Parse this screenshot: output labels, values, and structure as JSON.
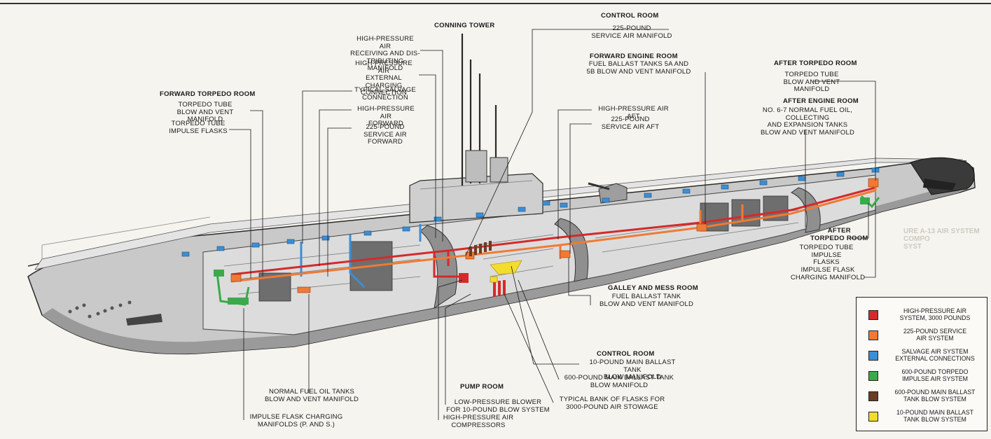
{
  "ghost_text": "URE A-13 AIR SYSTEM COMPO\nSYST",
  "headings": {
    "conning_tower": "CONNING TOWER",
    "control_room_top": "CONTROL ROOM",
    "forward_engine_room": "FORWARD ENGINE ROOM",
    "forward_torpedo_room": "FORWARD TORPEDO ROOM",
    "after_torpedo_room_top": "AFTER TORPEDO ROOM",
    "after_engine_room": "AFTER ENGINE ROOM",
    "after_torpedo_room_mid": "AFTER\nTORPEDO ROOM",
    "galley_mess_room": "GALLEY AND MESS ROOM",
    "control_room_bottom": "CONTROL ROOM",
    "pump_room": "PUMP ROOM"
  },
  "labels": {
    "service_air_manifold": "225-POUND\nSERVICE AIR MANIFOLD",
    "hp_receiving": "HIGH-PRESSURE AIR\nRECEIVING AND DIS-\nTRIBUTING MANIFOLD",
    "hp_external": "HIGH-PRESSURE AIR\nEXTERNAL CHARGING\nCONNECTION",
    "salvage_connection": "TYPICAL SALVAGE\nCONNECTION",
    "hp_forward": "HIGH-PRESSURE AIR\nFORWARD",
    "service_forward": "225-POUND\nSERVICE AIR\nFORWARD",
    "fuel_ballast_5a5b": "FUEL BALLAST TANKS 5A AND\n5B BLOW AND VENT MANIFOLD",
    "hp_aft": "HIGH-PRESSURE AIR AFT",
    "service_aft": "225-POUND\nSERVICE AIR AFT",
    "ftr_tube_manifold": "TORPEDO TUBE\nBLOW AND VENT MANIFOLD",
    "ftr_impulse": "TORPEDO TUBE\nIMPULSE FLASKS",
    "atr_tube_manifold": "TORPEDO TUBE\nBLOW AND VENT MANIFOLD",
    "fuel_oil_67": "NO. 6-7 NORMAL FUEL OIL, COLLECTING\nAND EXPANSION TANKS\nBLOW AND VENT MANIFOLD",
    "atr_impulse": "TORPEDO TUBE\nIMPULSE FLASKS",
    "impulse_charging_aft": "IMPULSE FLASK\nCHARGING MANIFOLD",
    "fuel_ballast_tank": "FUEL BALLAST TANK\nBLOW AND VENT MANIFOLD",
    "ten_pound": "10-POUND MAIN BALLAST TANK\nBLOW MANIFOLD",
    "six_hundred": "600-POUND MAIN BALLAST TANK\nBLOW MANIFOLD",
    "flask_bank": "TYPICAL BANK OF FLASKS FOR\n3000-POUND AIR STOWAGE",
    "lp_blower": "LOW-PRESSURE BLOWER\nFOR 10-POUND BLOW SYSTEM",
    "hp_compressors": "HIGH-PRESSURE AIR\nCOMPRESSORS",
    "normal_fuel": "NORMAL FUEL OIL TANKS\nBLOW AND VENT MANIFOLD",
    "impulse_charging_fwd": "IMPULSE FLASK CHARGING\nMANIFOLDS (P. AND S.)"
  },
  "legend": [
    {
      "label": "HIGH-PRESSURE AIR\nSYSTEM, 3000 POUNDS",
      "color": "#d42a2a"
    },
    {
      "label": "225-POUND SERVICE\nAIR SYSTEM",
      "color": "#f07a35"
    },
    {
      "label": "SALVAGE AIR SYSTEM\nEXTERNAL CONNECTIONS",
      "color": "#3a8fd6"
    },
    {
      "label": "600-POUND TORPEDO\nIMPULSE AIR SYSTEM",
      "color": "#3aaa4a"
    },
    {
      "label": "600-POUND MAIN BALLAST\nTANK BLOW SYSTEM",
      "color": "#6b3b24"
    },
    {
      "label": "10-POUND MAIN BALLAST\nTANK BLOW SYSTEM",
      "color": "#f2dc2c"
    }
  ]
}
